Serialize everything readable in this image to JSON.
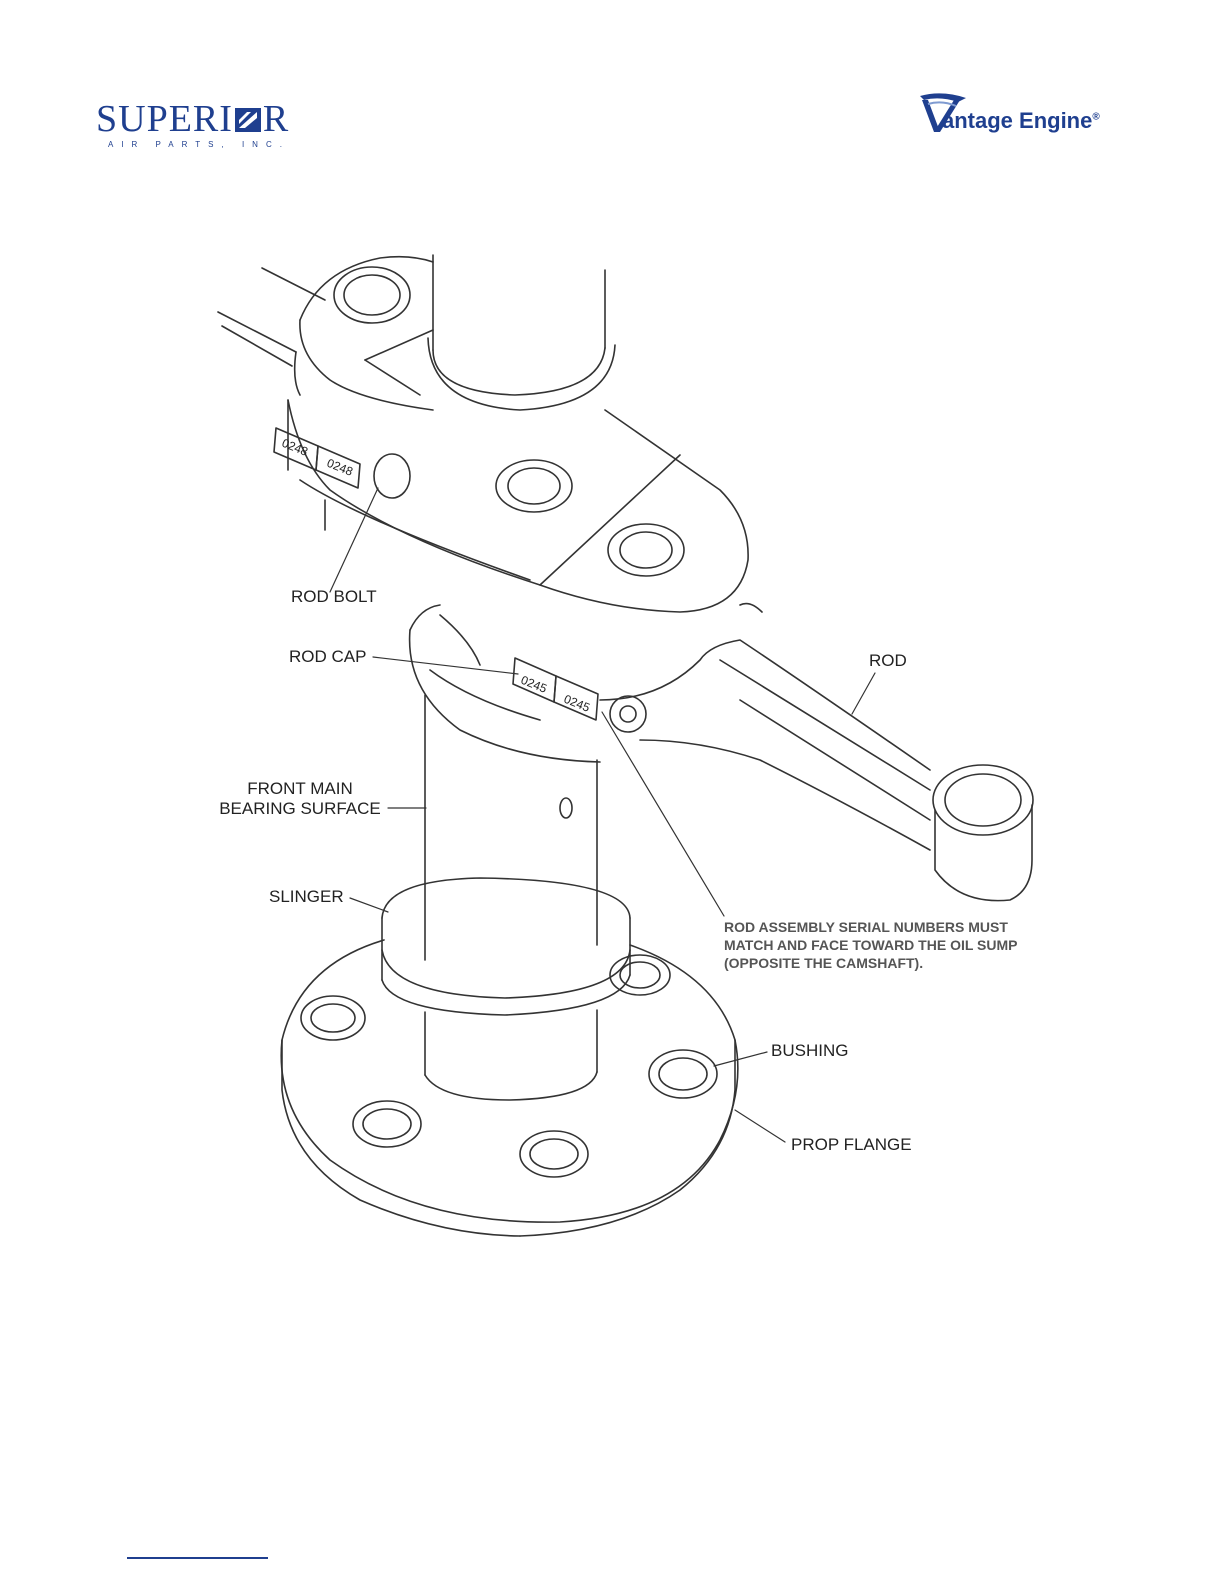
{
  "header": {
    "left_logo": {
      "word": "SUPERI",
      "word_end": "R",
      "sub": "AIR PARTS, INC."
    },
    "right_logo": {
      "word": "antage Engine",
      "reg": "®"
    }
  },
  "labels": {
    "rod_bolt": "ROD BOLT",
    "rod_cap": "ROD CAP",
    "rod": "ROD",
    "front_main_line1": "FRONT MAIN",
    "front_main_line2": "BEARING SURFACE",
    "slinger": "SLINGER",
    "bushing": "BUSHING",
    "prop_flange": "PROP FLANGE"
  },
  "note": {
    "line1": "ROD ASSEMBLY SERIAL NUMBERS MUST",
    "line2": "MATCH AND FACE TOWARD THE OIL SUMP",
    "line3": "(OPPOSITE THE CAMSHAFT)."
  },
  "serials": {
    "upper_a": "0248",
    "upper_b": "0248",
    "lower_a": "0245",
    "lower_b": "0245"
  },
  "colors": {
    "brand": "#1f3f8f",
    "line": "#333333"
  }
}
